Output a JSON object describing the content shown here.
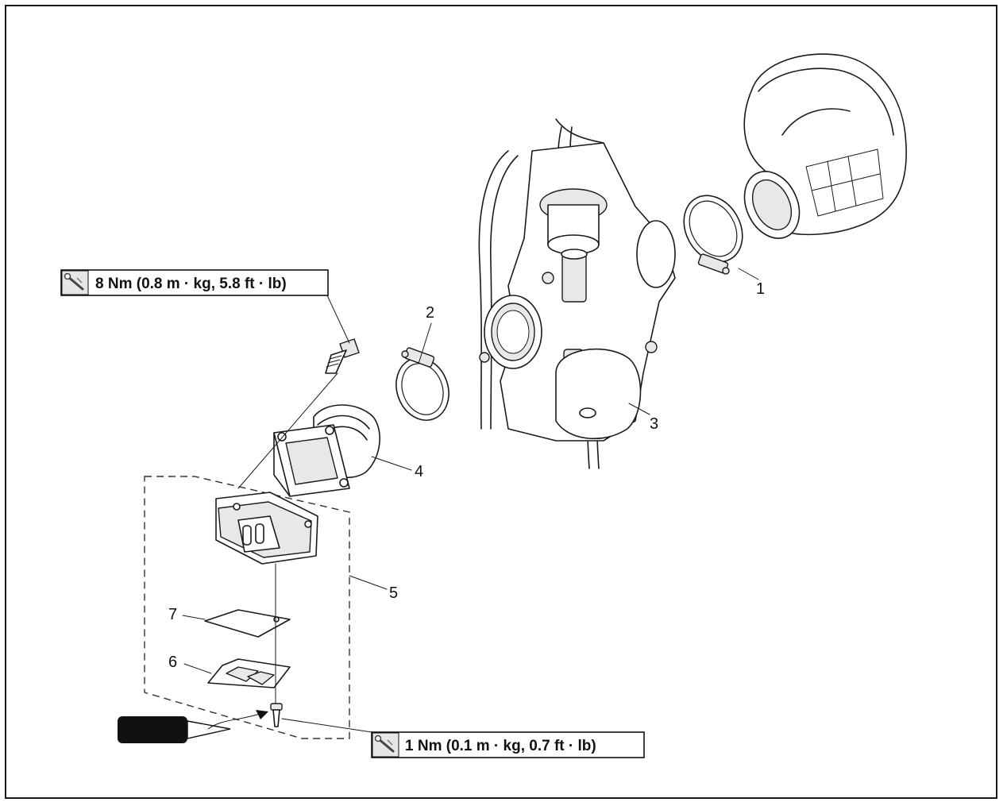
{
  "parts": [
    {
      "id": "1",
      "label": "1"
    },
    {
      "id": "2",
      "label": "2"
    },
    {
      "id": "3",
      "label": "3"
    },
    {
      "id": "4",
      "label": "4"
    },
    {
      "id": "5",
      "label": "5"
    },
    {
      "id": "6",
      "label": "6"
    },
    {
      "id": "7",
      "label": "7"
    }
  ],
  "torque_specs": [
    {
      "id": "bolt",
      "text": "8 Nm (0.8 m · kg, 5.8 ft · lb)",
      "icon": "torque-wrench-icon"
    },
    {
      "id": "screw",
      "text": "1 Nm (0.1 m · kg, 0.7 ft · lb)",
      "icon": "torque-wrench-icon"
    }
  ],
  "icons": [
    "torque-wrench-icon",
    "thread-locker-icon"
  ]
}
